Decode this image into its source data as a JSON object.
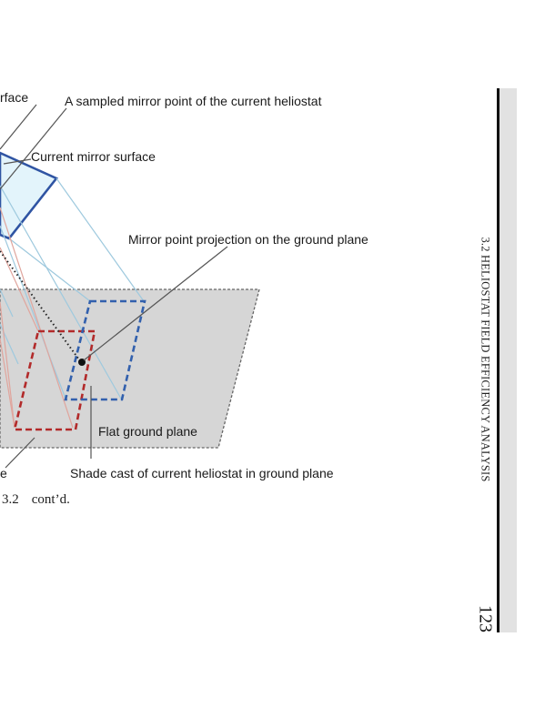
{
  "figure": {
    "labels": {
      "prev_surface_fragment": "rface",
      "sampled_point": "A sampled mirror point of the current heliostat",
      "current_mirror": "Current mirror surface",
      "projection": "Mirror point projection on the ground plane",
      "ground_plane": "Flat ground plane",
      "left_fragment": "e",
      "shade_cast": "Shade cast of current heliostat in ground plane"
    },
    "colors": {
      "mirror_fill": "#e3f4fb",
      "mirror_stroke": "#2f54a3",
      "ground_fill": "#d6d6d6",
      "blue_dashed": "#3260ad",
      "red_dashed": "#b22a2a",
      "light_blue_ray": "#9ec9de",
      "light_red_ray": "#e0a59d"
    }
  },
  "caption": {
    "number": "3.2",
    "text": "cont’d."
  },
  "running_head": "3.2 HELIOSTAT FIELD EFFICIENCY ANALYSIS",
  "page_number": "123"
}
